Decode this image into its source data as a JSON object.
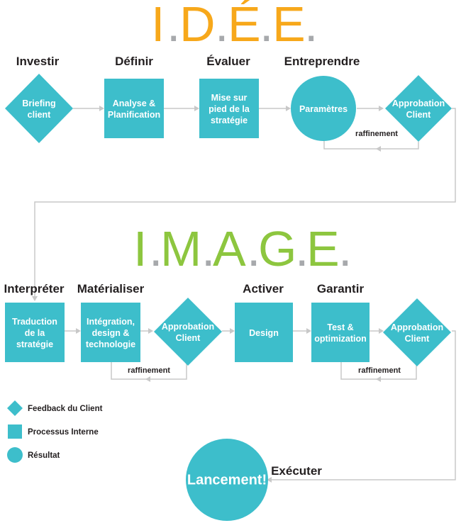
{
  "colors": {
    "node": "#3dbecb",
    "idee_title": "#f7a81b",
    "image_title": "#8dc63f",
    "dot": "#a7a9ac",
    "connector": "#c8c8c8",
    "text_dark": "#231f20"
  },
  "titles": {
    "top": {
      "letters": [
        "I",
        "D",
        "É",
        "E"
      ]
    },
    "mid": {
      "letters": [
        "I",
        "M",
        "A",
        "G",
        "E"
      ]
    }
  },
  "stages": {
    "investir": "Investir",
    "definir": "Définir",
    "evaluer": "Évaluer",
    "entreprendre": "Entreprendre",
    "interpreter": "Interpréter",
    "materialiser": "Matérialiser",
    "activer": "Activer",
    "garantir": "Garantir",
    "executer": "Exécuter"
  },
  "nodes": {
    "briefing": {
      "shape": "diamond",
      "lines": [
        "Briefing",
        "client"
      ]
    },
    "analyse": {
      "shape": "square",
      "lines": [
        "Analyse &",
        "Planification"
      ]
    },
    "mise": {
      "shape": "square",
      "lines": [
        "Mise sur",
        "pied de la",
        "stratégie"
      ]
    },
    "parametres": {
      "shape": "circle",
      "lines": [
        "Paramètres"
      ]
    },
    "approbation1": {
      "shape": "diamond",
      "lines": [
        "Approbation",
        "Client"
      ]
    },
    "traduction": {
      "shape": "square",
      "lines": [
        "Traduction",
        "de la",
        "stratégie"
      ]
    },
    "integration": {
      "shape": "square",
      "lines": [
        "Intégration,",
        "design &",
        "technologie"
      ]
    },
    "approbation2": {
      "shape": "diamond",
      "lines": [
        "Approbation",
        "Client"
      ]
    },
    "design": {
      "shape": "square",
      "lines": [
        "Design"
      ]
    },
    "test": {
      "shape": "square",
      "lines": [
        "Test &",
        "optimization"
      ]
    },
    "approbation3": {
      "shape": "diamond",
      "lines": [
        "Approbation",
        "Client"
      ]
    },
    "lancement": {
      "shape": "circle",
      "lines": [
        "Lancement!"
      ]
    }
  },
  "labels": {
    "refine1": "raffinement",
    "refine2": "raffinement",
    "refine3": "raffinement"
  },
  "legend": {
    "feedback": "Feedback du Client",
    "processus": "Processus Interne",
    "resultat": "Résultat"
  }
}
